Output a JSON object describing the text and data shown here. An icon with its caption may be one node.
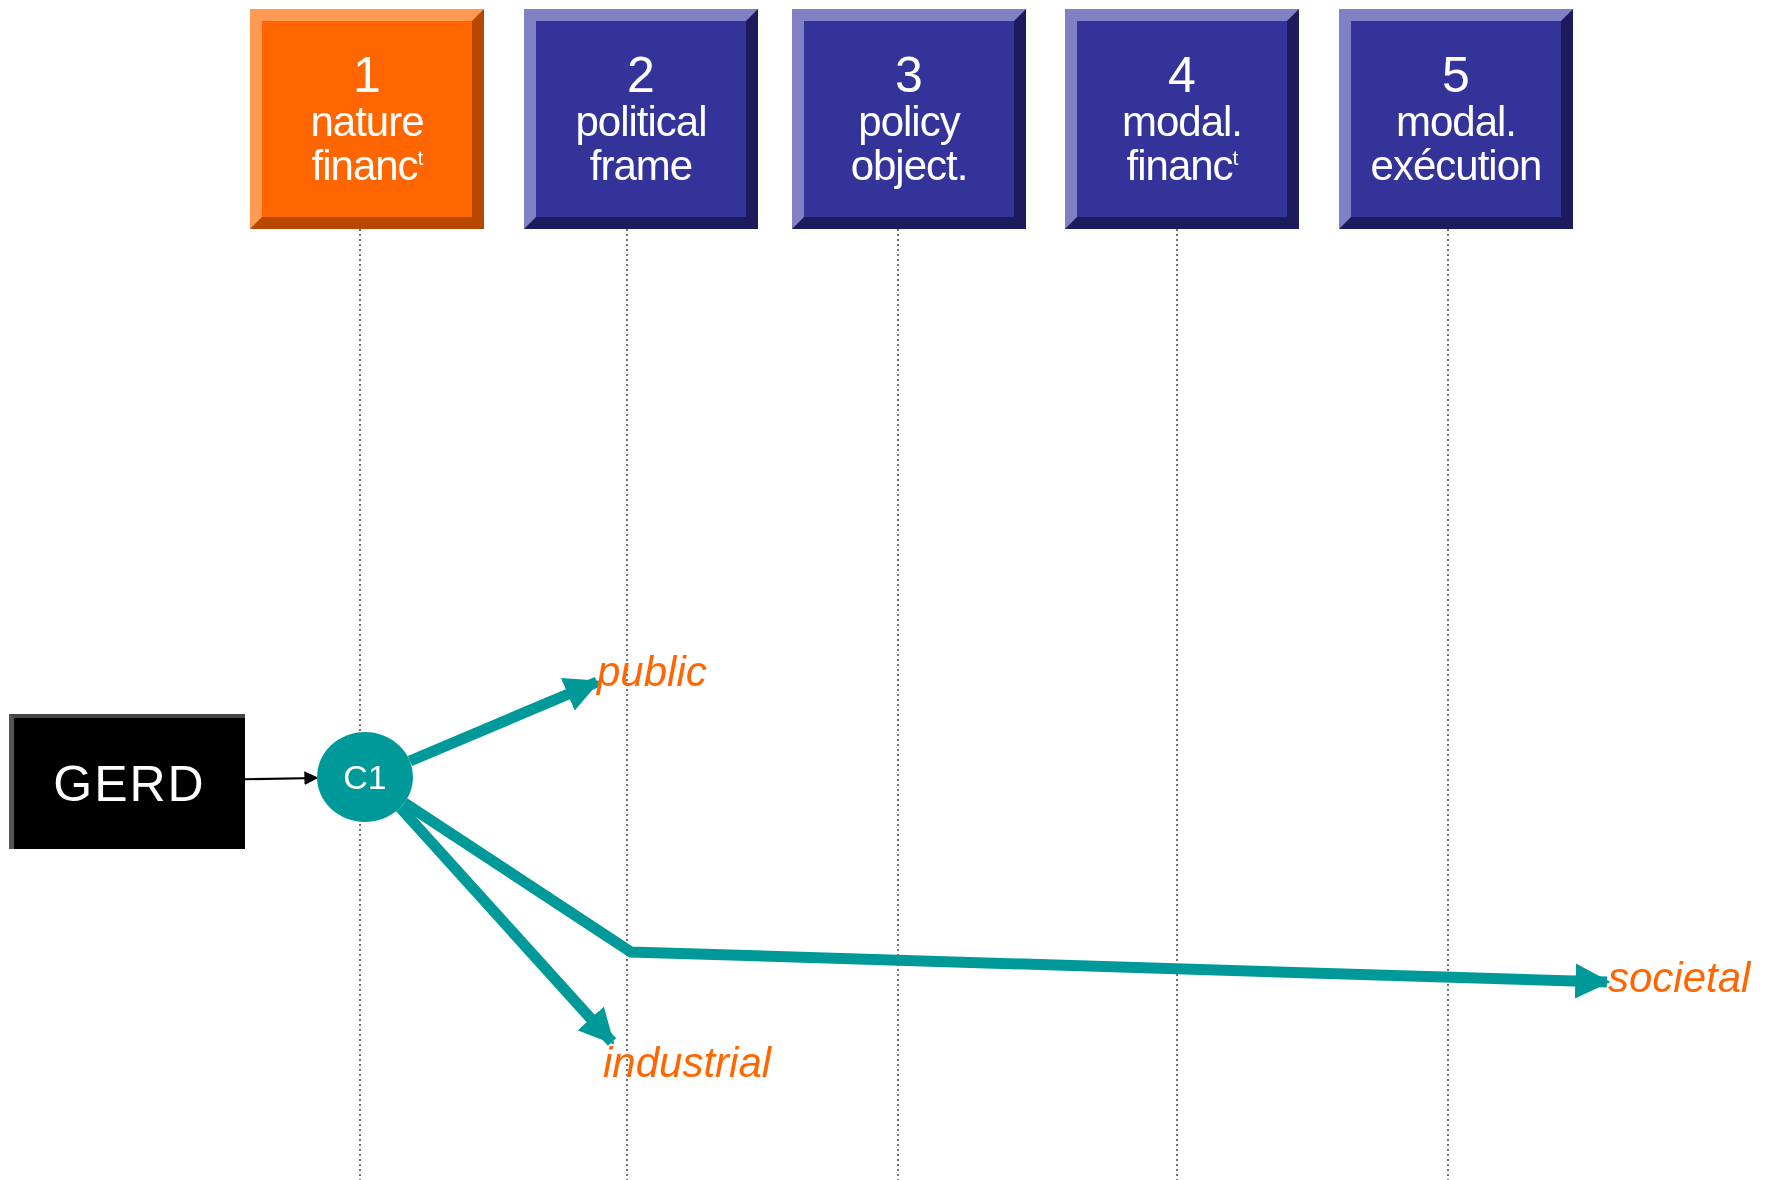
{
  "diagram": {
    "nodes": [
      {
        "text": [
          "1",
          "nature financ$^{t}$"
        ]
      },
      {
        "text": [
          "2",
          "political frame"
        ]
      },
      {
        "text": [
          "3",
          "policy object."
        ]
      },
      {
        "text": [
          "4",
          "modal. financ$^{t}$"
        ]
      },
      {
        "text": [
          "5",
          "modal. exécution"
        ]
      },
      {
        "text": [
          "GERD"
        ]
      },
      {
        "text": [
          "C1"
        ]
      },
      {
        "text": [
          "public"
        ]
      },
      {
        "text": [
          "industrial"
        ]
      },
      {
        "text": [
          "societal"
        ]
      }
    ],
    "edges": [
      {
        "from": 5,
        "to": 6,
        "arrow": "to",
        "color": "#000000"
      },
      {
        "from": 6,
        "to": 7,
        "arrow": "to"
      },
      {
        "from": 6,
        "to": 9,
        "arrow": "to"
      },
      {
        "from": 6,
        "to": 8,
        "arrow": "to"
      }
    ]
  }
}
